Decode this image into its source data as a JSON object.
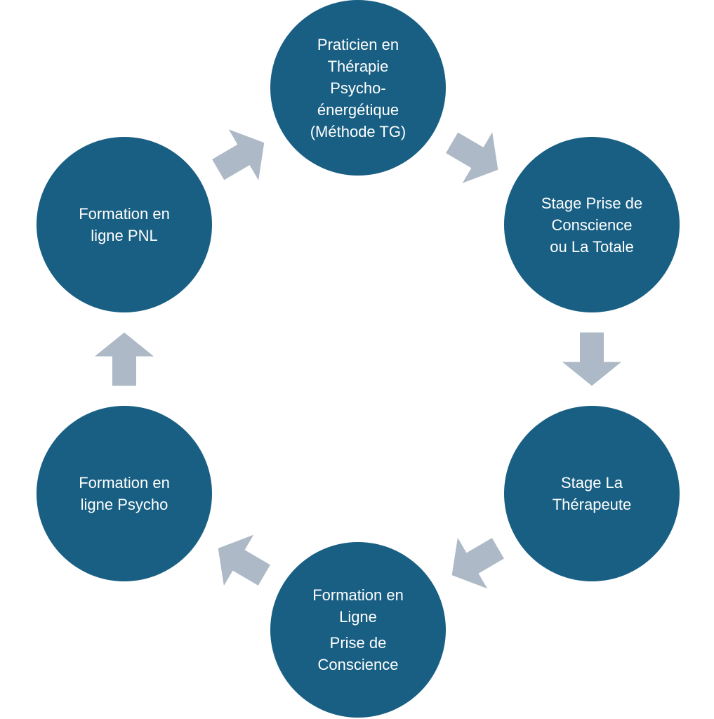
{
  "colors": {
    "node_fill": "#185f83",
    "arrow_fill": "#adb9c6",
    "text": "#ffffff"
  },
  "diagram": {
    "type": "cycle",
    "nodes": [
      {
        "lines": [
          "Praticien en",
          "Thérapie",
          "Psycho-",
          "énergétique",
          "(Méthode TG)"
        ]
      },
      {
        "lines": [
          "Stage Prise de",
          "Conscience",
          "ou La Totale"
        ]
      },
      {
        "lines": [
          "Stage La",
          "Thérapeute"
        ]
      },
      {
        "lines": [
          "Formation en",
          "Ligne",
          "Prise de",
          "Conscience"
        ]
      },
      {
        "lines": [
          "Formation en",
          "ligne Psycho"
        ]
      },
      {
        "lines": [
          "Formation en",
          "ligne PNL"
        ]
      }
    ],
    "arrows": [
      {
        "from": 0,
        "to": 1
      },
      {
        "from": 1,
        "to": 2
      },
      {
        "from": 2,
        "to": 3
      },
      {
        "from": 3,
        "to": 4
      },
      {
        "from": 4,
        "to": 5
      },
      {
        "from": 5,
        "to": 0
      }
    ]
  }
}
